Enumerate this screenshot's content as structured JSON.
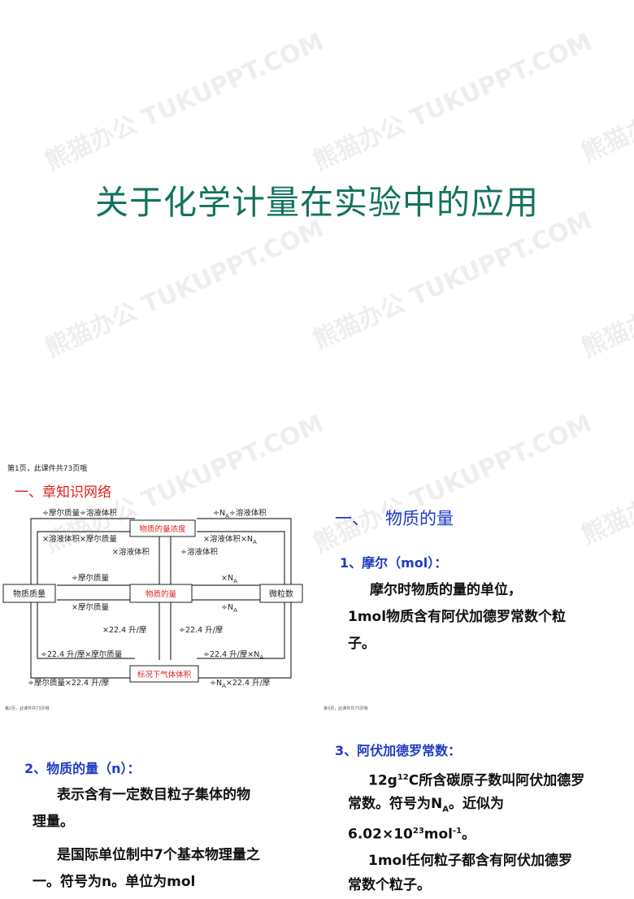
{
  "slide1": {
    "title": "关于化学计量在实验中的应用",
    "footer": "第1页，此课件共73页哦"
  },
  "watermark": "熊猫办公 TUKUPPT.COM",
  "slide2": {
    "heading": "一、章知识网络",
    "right_heading": "一、   物质的量",
    "mol_title": "1、摩尔（mol）：",
    "mol_line1": "摩尔时物质的量的单位，",
    "mol_line2": "1mol物质含有阿伏加德罗常数个粒",
    "mol_line3": "子。",
    "footer_left": "第2页，此课件共73页哦",
    "footer_right": "第3页，此课件共73页哦",
    "diagram": {
      "box_left": "物质质量",
      "box_center": "物质的量",
      "box_top": "物质的量浓度",
      "box_bottom": "标况下气体体积",
      "box_right": "微粒数",
      "l_top_outer": "÷摩尔质量÷溶液体积",
      "l_top_inner": "×溶液体积×摩尔质量",
      "l_top_vert": "×溶液体积",
      "r_top_outer": "÷N",
      "r_top_outer_b": "÷溶液体积",
      "r_top_inner": "×溶液体积×N",
      "r_top_vert": "÷溶液体积",
      "mid_left_top": "÷摩尔质量",
      "mid_left_bot": "×摩尔质量",
      "mid_right_top": "×N",
      "mid_right_bot": "÷N",
      "v_left_bot": "×22.4 升/摩",
      "v_right_bot": "÷22.4 升/摩",
      "l_bot_inner": "÷22.4 升/摩×摩尔质量",
      "l_bot_outer": "÷摩尔质量×22.4 升/摩",
      "r_bot_inner": "÷22.4 升/摩×N",
      "r_bot_outer": "÷N",
      "r_bot_outer_b": "×22.4 升/摩",
      "sub_a": "A"
    }
  },
  "slide3": {
    "heading": "2、物质的量（n）：",
    "p1_line1": "表示含有一定数目粒子集体的物",
    "p1_line2": "理量。",
    "p2_line1": "是国际单位制中7个基本物理量之",
    "p2_line2": "一。符号为n。单位为mol"
  },
  "slide4": {
    "heading": "3、阿伏加德罗常数：",
    "l1_a": "12g",
    "l1_sup": "12",
    "l1_b": "C所含碳原子数叫阿伏加德罗",
    "l2_a": "常数。符号为N",
    "l2_sub": "A",
    "l2_b": "。近似为",
    "l3_a": "6.02×10",
    "l3_sup": "23",
    "l3_b": "mol",
    "l3_sup2": "-1",
    "l3_c": "。",
    "l4": "1mol任何粒子都含有阿伏加德罗",
    "l5": "常数个粒子。"
  }
}
